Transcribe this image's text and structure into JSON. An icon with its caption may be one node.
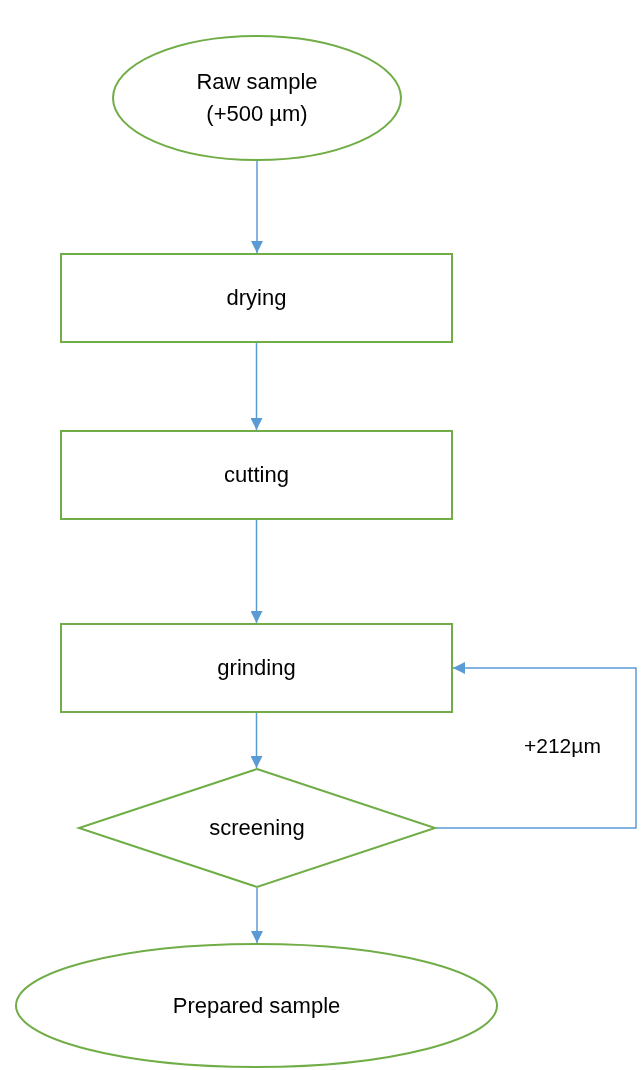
{
  "diagram": {
    "nodes": [
      {
        "text": [
          "Raw sample (+500 µm)"
        ]
      },
      {
        "text": [
          "drying"
        ]
      },
      {
        "text": [
          "cutting"
        ]
      },
      {
        "text": [
          "grinding"
        ]
      },
      {
        "text": [
          "screening"
        ]
      },
      {
        "text": [
          "Prepared sample"
        ]
      }
    ],
    "edges": [
      {
        "from": 0,
        "to": 1,
        "arrow": "to"
      },
      {
        "from": 1,
        "to": 2,
        "arrow": "to"
      },
      {
        "from": 2,
        "to": 3,
        "arrow": "to"
      },
      {
        "from": 3,
        "to": 4,
        "arrow": "to"
      },
      {
        "from": 4,
        "to": 5,
        "arrow": "to"
      },
      {
        "from": 4,
        "to": 3,
        "arrow": "to",
        "label": "+212µm"
      }
    ]
  }
}
